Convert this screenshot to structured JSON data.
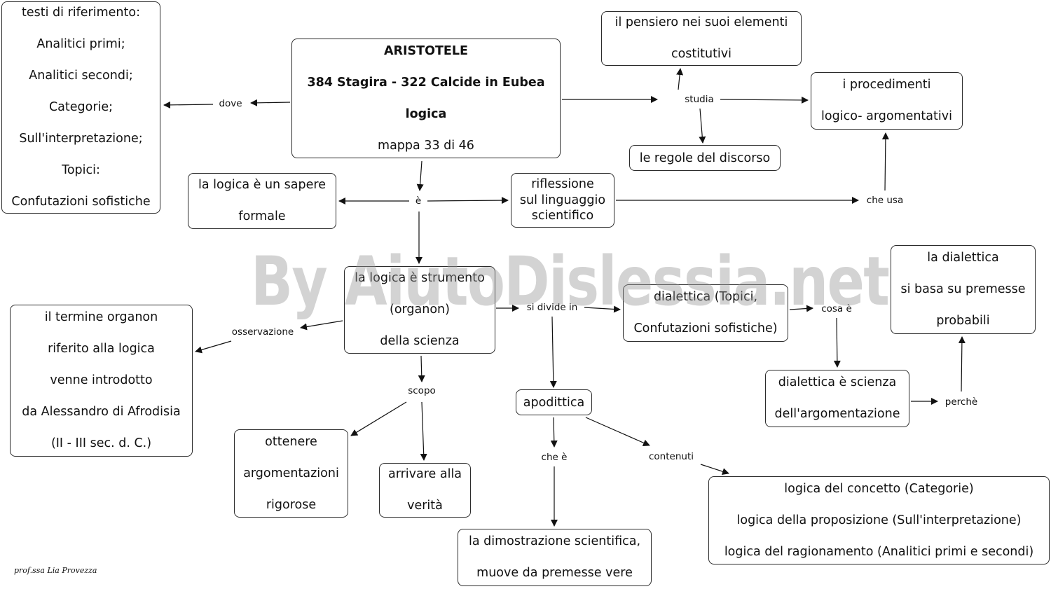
{
  "nodes": {
    "aristotele": {
      "lines": [
        "ARISTOTELE",
        "384 Stagira - 322 Calcide in Eubea",
        "logica"
      ],
      "footer": "mappa 33 di 46"
    },
    "testi": {
      "lines": [
        "testi di riferimento:",
        "Analitici primi;",
        "Analitici secondi;",
        "Categorie;",
        "Sull'interpretazione;",
        "Topici:",
        "Confutazioni sofistiche"
      ]
    },
    "pensiero": {
      "lines": [
        "il pensiero nei suoi elementi",
        "costitutivi"
      ]
    },
    "procedimenti": {
      "lines": [
        "i procedimenti",
        "logico- argomentativi"
      ]
    },
    "regole": {
      "lines": [
        "le regole del discorso"
      ]
    },
    "sapere_formale": {
      "lines": [
        "la logica è un sapere",
        "formale"
      ]
    },
    "riflessione": {
      "lines": [
        "riflessione",
        "sul linguaggio",
        "scientifico"
      ]
    },
    "strumento": {
      "lines": [
        "la logica è strumento",
        "(organon)",
        "della scienza"
      ]
    },
    "organon": {
      "lines": [
        "il termine organon",
        "riferito alla logica",
        "venne introdotto",
        "da Alessandro di Afrodisia",
        "(II - III sec. d. C.)"
      ]
    },
    "dialettica": {
      "lines": [
        "dialettica (Topici,",
        "Confutazioni sofistiche)"
      ]
    },
    "dialettica_premesse": {
      "lines": [
        "la dialettica",
        "si basa su premesse",
        "probabili"
      ]
    },
    "dialettica_scienza": {
      "lines": [
        "dialettica è scienza",
        "dell'argomentazione"
      ]
    },
    "apodittica": {
      "lines": [
        "apodittica"
      ]
    },
    "argomentazioni": {
      "lines": [
        "ottenere",
        "argomentazioni",
        "rigorose"
      ]
    },
    "verita": {
      "lines": [
        "arrivare alla",
        "verità"
      ]
    },
    "dimostrazione": {
      "lines": [
        "la dimostrazione scientifica,",
        "muove da premesse vere"
      ]
    },
    "logiche": {
      "lines": [
        "logica del concetto (Categorie)",
        "logica della proposizione (Sull'interpretazione)",
        "logica del ragionamento (Analitici primi e secondi)"
      ]
    }
  },
  "labels": {
    "dove": "dove",
    "studia": "studia",
    "e": "è",
    "che_usa": "che usa",
    "osservazione": "osservazione",
    "si_divide_in": "si divide in",
    "cosa_e": "cosa è",
    "perche": "perchè",
    "scopo": "scopo",
    "che_e": "che è",
    "contenuti": "contenuti"
  },
  "watermark": "By AiutoDislessia.net",
  "author": "prof.ssa Lia Provezza",
  "colors": {
    "line": "#111111",
    "border": "#2b2b2b",
    "watermark": "#969696"
  }
}
